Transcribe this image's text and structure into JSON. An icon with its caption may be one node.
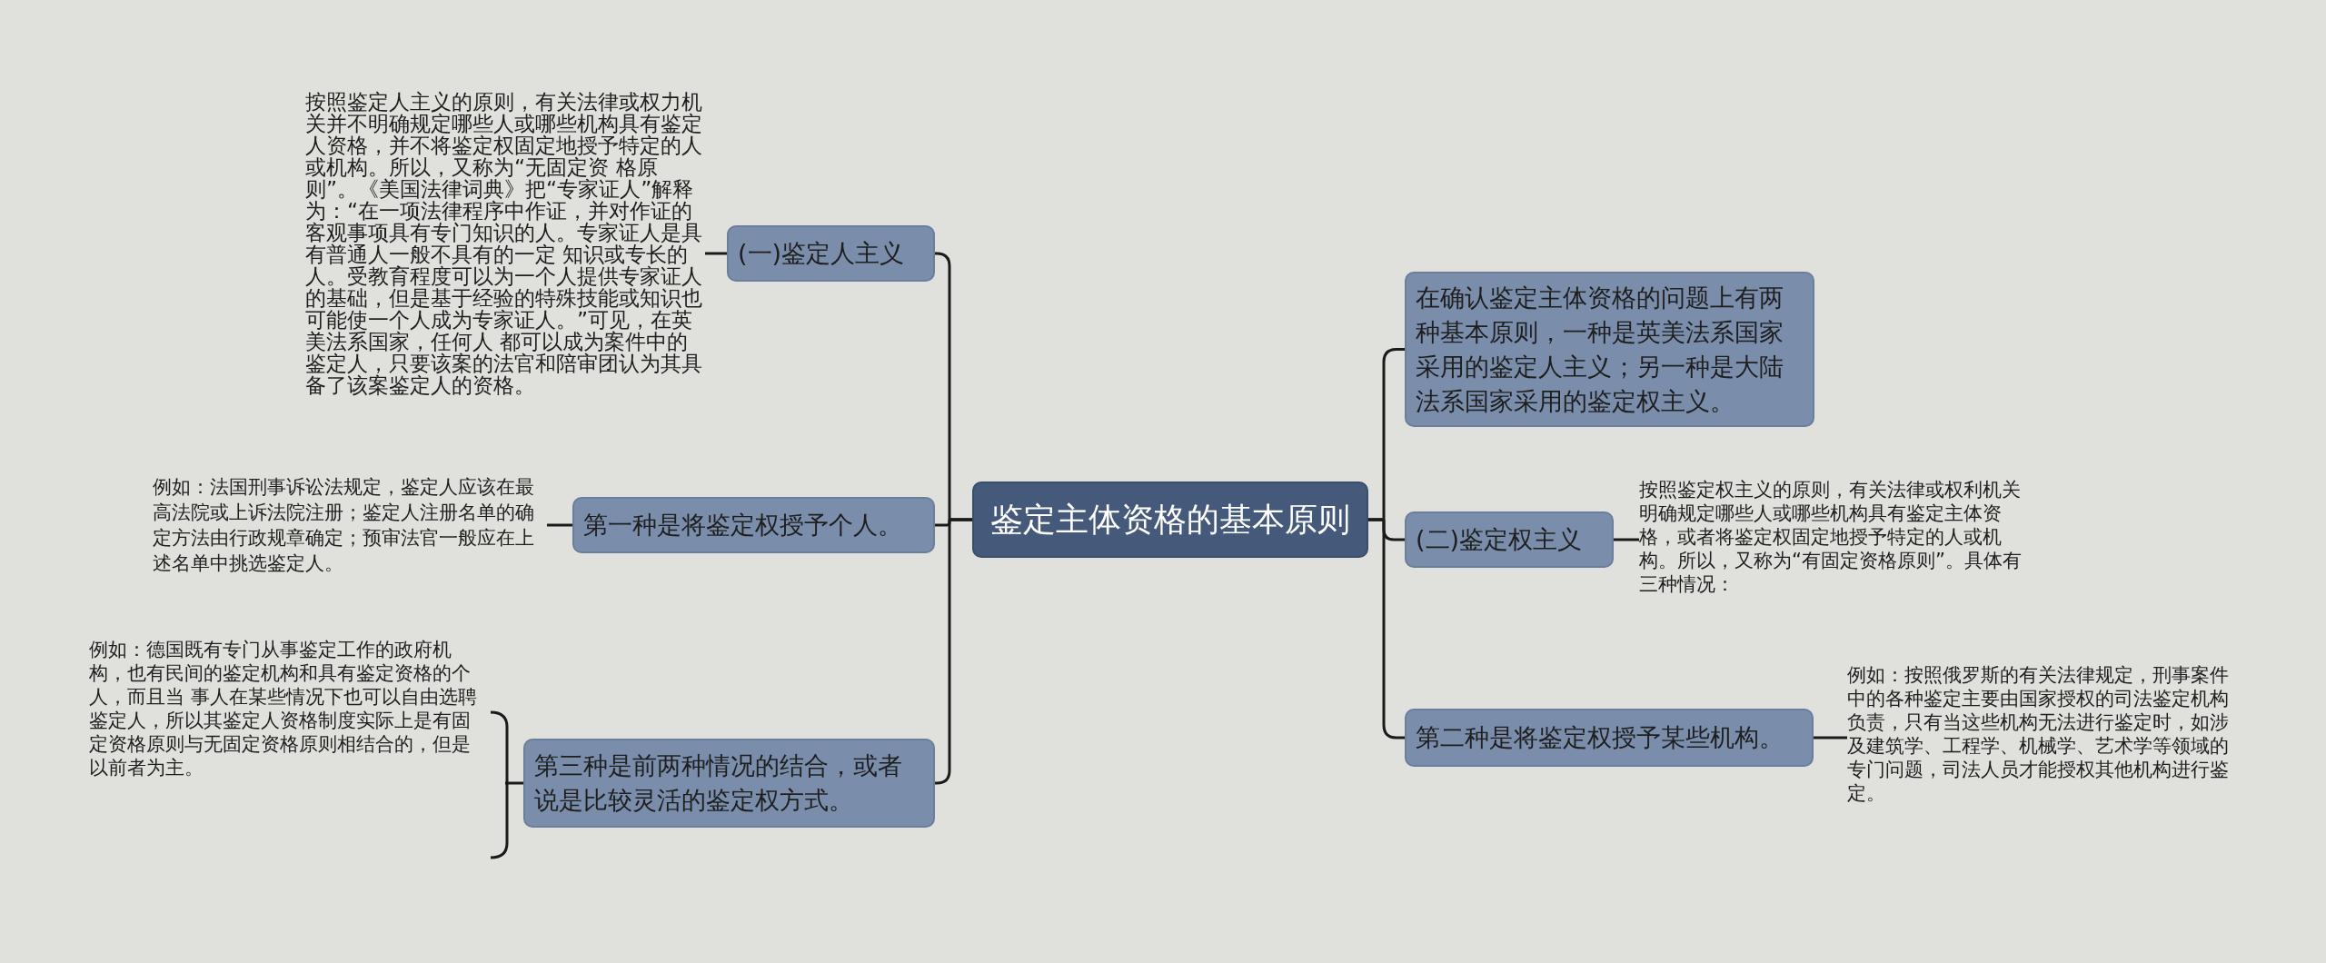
{
  "diagram": {
    "nodes": [
      {
        "text": [
          "鉴定主体资格的基本原则"
        ]
      },
      {
        "text": [
          "(一)鉴定人主义"
        ]
      },
      {
        "text": [
          "按照鉴定人主义的原则，有关法律或权力机关并不明确规定哪些人或哪些机构具有鉴定人资格，并不将鉴定权固定地授予特定的人或机构。所以，又称为“无固定资 格原则”。《美国法律词典》把“专家证人”解释为：“在一项法律程序中作证，并对作证的客观事项具有专门知识的人。专家证人是具有普通人一般不具有的一定 知识或专长的人。受教育程度可以为一个人提供专家证人的基础，但是基于经验的特殊技能或知识也可能使一个人成为专家证人。”可见，在英美法系国家，任何人 都可以成为案件中的鉴定人，只要该案的法官和陪审团认为其具备了该案鉴定人的资格。"
        ]
      },
      {
        "text": [
          "第一种是将鉴定权授予个人。"
        ]
      },
      {
        "text": [
          "例如：法国刑事诉讼法规定，鉴定人应该在最高法院或上诉法院注册；鉴定人注册名单的确定方法由行政规章确定；预审法官一般应在上述名单中挑选鉴定人。"
        ]
      },
      {
        "text": [
          "第三种是前两种情况的结合，或者说是比较灵活的鉴定权方式。"
        ]
      },
      {
        "text": [
          "例如：德国既有专门从事鉴定工作的政府机构，也有民间的鉴定机构和具有鉴定资格的个人，而且当 事人在某些情况下也可以自由选聘鉴定人，所以其鉴定人资格制度实际上是有固定资格原则与无固定资格原则相结合的，但是以前者为主。"
        ]
      },
      {
        "text": [
          "在确认鉴定主体资格的问题上有两种基本原则，一种是英美法系国家采用的鉴定人主义；另一种是大陆法系国家采用的鉴定权主义。"
        ]
      },
      {
        "text": [
          "(二)鉴定权主义"
        ]
      },
      {
        "text": [
          "按照鉴定权主义的原则，有关法律或权利机关明确规定哪些人或哪些机构具有鉴定主体资格，或者将鉴定权固定地授予特定的人或机构。所以，又称为“有固定资格原则”。具体有三种情况："
        ]
      },
      {
        "text": [
          "第二种是将鉴定权授予某些机构。"
        ]
      },
      {
        "text": [
          "例如：按照俄罗斯的有关法律规定，刑事案件中的各种鉴定主要由国家授权的司法鉴定机构负责，只有当这些机构无法进行鉴定时，如涉及建筑学、工程学、机械学、艺术学等领域的专门问题，司法人员才能授权其他机构进行鉴定。"
        ]
      }
    ],
    "edges": [
      {
        "from": 0,
        "to": 1,
        "arrow": "none"
      },
      {
        "from": 1,
        "to": 2,
        "arrow": "none"
      },
      {
        "from": 0,
        "to": 3,
        "arrow": "none"
      },
      {
        "from": 3,
        "to": 4,
        "arrow": "none"
      },
      {
        "from": 0,
        "to": 5,
        "arrow": "none"
      },
      {
        "from": 5,
        "to": 6,
        "arrow": "none"
      },
      {
        "from": 0,
        "to": 7,
        "arrow": "none"
      },
      {
        "from": 0,
        "to": 8,
        "arrow": "none"
      },
      {
        "from": 8,
        "to": 9,
        "arrow": "none"
      },
      {
        "from": 0,
        "to": 10,
        "arrow": "none"
      },
      {
        "from": 10,
        "to": 11,
        "arrow": "none"
      }
    ]
  }
}
